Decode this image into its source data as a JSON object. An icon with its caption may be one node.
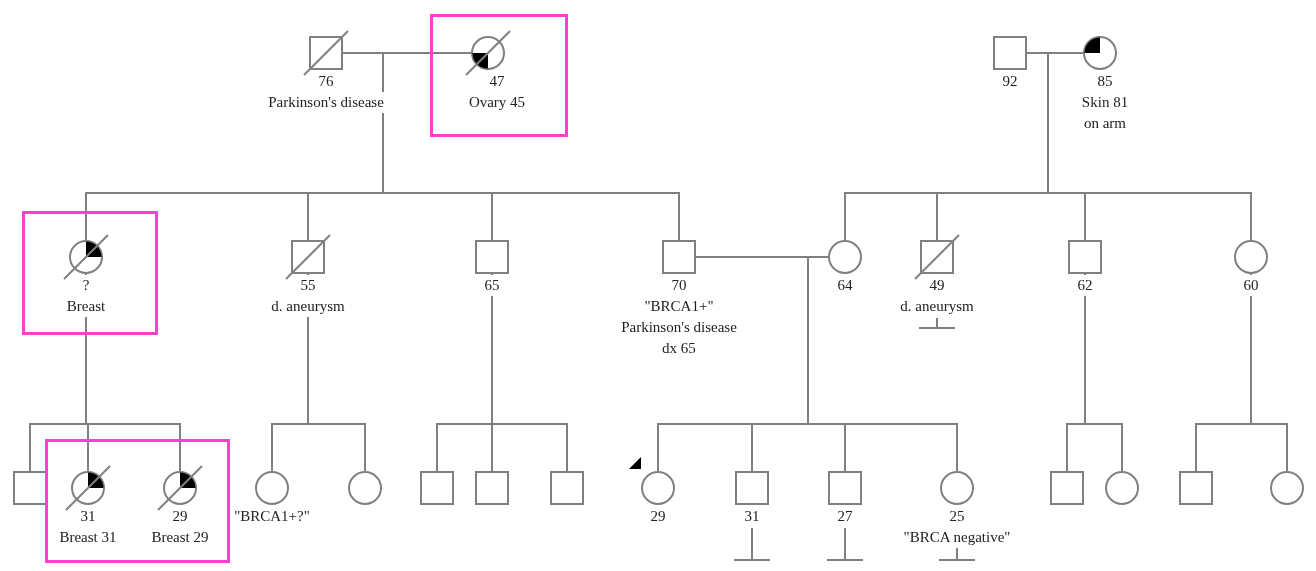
{
  "diagram": {
    "nodes": [
      {
        "text": [],
        "shape": "box",
        "beside": [
          "76",
          "Parkinson's disease"
        ]
      },
      {
        "text": [],
        "shape": "box"
      },
      {
        "text": [],
        "shape": "circle",
        "in": 1,
        "beside": [
          "47",
          "Ovary 45"
        ]
      },
      {
        "text": [],
        "shape": "box",
        "beside": [
          "92"
        ]
      },
      {
        "text": [],
        "shape": "circle",
        "beside": [
          "85",
          "Skin 81",
          "on arm"
        ]
      },
      {
        "text": [],
        "shape": "box"
      },
      {
        "text": [],
        "shape": "circle",
        "in": 5,
        "beside": [
          "?",
          "Breast"
        ]
      },
      {
        "text": [],
        "shape": "box",
        "beside": [
          "55",
          "d. aneurysm"
        ]
      },
      {
        "text": [],
        "shape": "box",
        "beside": [
          "65"
        ]
      },
      {
        "text": [],
        "shape": "box",
        "beside": [
          "70",
          "\"BRCA1+\"",
          "Parkinson's disease",
          "dx 65"
        ]
      },
      {
        "text": [],
        "shape": "circle",
        "beside": [
          "64"
        ]
      },
      {
        "text": [],
        "shape": "box",
        "beside": [
          "49",
          "d. aneurysm"
        ]
      },
      {
        "text": [],
        "shape": "box",
        "beside": [
          "62"
        ]
      },
      {
        "text": [],
        "shape": "circle",
        "beside": [
          "60"
        ]
      },
      {
        "text": [],
        "shape": "box"
      },
      {
        "text": [],
        "shape": "box"
      },
      {
        "text": [],
        "shape": "circle",
        "in": 15,
        "beside": [
          "31",
          "Breast 31"
        ]
      },
      {
        "text": [],
        "shape": "circle",
        "in": 15,
        "beside": [
          "29",
          "Breast 29"
        ]
      },
      {
        "text": [],
        "shape": "circle",
        "beside": [
          "\"BRCA1+?\""
        ]
      },
      {
        "text": [],
        "shape": "circle"
      },
      {
        "text": [],
        "shape": "box"
      },
      {
        "text": [],
        "shape": "box"
      },
      {
        "text": [],
        "shape": "box"
      },
      {
        "text": [],
        "shape": "circle",
        "beside": [
          "29"
        ]
      },
      {
        "text": [],
        "shape": "box",
        "beside": [
          "31"
        ]
      },
      {
        "text": [],
        "shape": "box",
        "beside": [
          "27"
        ]
      },
      {
        "text": [],
        "shape": "circle",
        "beside": [
          "25",
          "\"BRCA negative\""
        ]
      },
      {
        "text": [],
        "shape": "box"
      },
      {
        "text": [],
        "shape": "circle"
      },
      {
        "text": [],
        "shape": "box"
      },
      {
        "text": [],
        "shape": "circle"
      }
    ],
    "edges": [
      {
        "from": 0,
        "to": 2,
        "arrow": "none"
      },
      {
        "from": 3,
        "to": 4,
        "arrow": "none"
      },
      {
        "from": 0,
        "to": 6,
        "arrow": "none"
      },
      {
        "from": 0,
        "to": 7,
        "arrow": "none"
      },
      {
        "from": 0,
        "to": 8,
        "arrow": "none"
      },
      {
        "from": 0,
        "to": 9,
        "arrow": "none"
      },
      {
        "from": 2,
        "to": 6,
        "arrow": "none"
      },
      {
        "from": 2,
        "to": 7,
        "arrow": "none"
      },
      {
        "from": 2,
        "to": 8,
        "arrow": "none"
      },
      {
        "from": 2,
        "to": 9,
        "arrow": "none"
      },
      {
        "from": 3,
        "to": 10,
        "arrow": "none"
      },
      {
        "from": 3,
        "to": 11,
        "arrow": "none"
      },
      {
        "from": 3,
        "to": 12,
        "arrow": "none"
      },
      {
        "from": 3,
        "to": 13,
        "arrow": "none"
      },
      {
        "from": 4,
        "to": 10,
        "arrow": "none"
      },
      {
        "from": 4,
        "to": 11,
        "arrow": "none"
      },
      {
        "from": 4,
        "to": 12,
        "arrow": "none"
      },
      {
        "from": 4,
        "to": 13,
        "arrow": "none"
      },
      {
        "from": 9,
        "to": 10,
        "arrow": "none"
      },
      {
        "from": 9,
        "to": 23,
        "arrow": "none"
      },
      {
        "from": 9,
        "to": 24,
        "arrow": "none"
      },
      {
        "from": 9,
        "to": 25,
        "arrow": "none"
      },
      {
        "from": 9,
        "to": 26,
        "arrow": "none"
      },
      {
        "from": 10,
        "to": 23,
        "arrow": "none"
      },
      {
        "from": 10,
        "to": 24,
        "arrow": "none"
      },
      {
        "from": 10,
        "to": 25,
        "arrow": "none"
      },
      {
        "from": 10,
        "to": 26,
        "arrow": "none"
      },
      {
        "from": 6,
        "to": 14,
        "arrow": "none"
      },
      {
        "from": 6,
        "to": 16,
        "arrow": "none"
      },
      {
        "from": 6,
        "to": 17,
        "arrow": "none"
      },
      {
        "from": 7,
        "to": 18,
        "arrow": "none"
      },
      {
        "from": 7,
        "to": 19,
        "arrow": "none"
      },
      {
        "from": 8,
        "to": 20,
        "arrow": "none"
      },
      {
        "from": 8,
        "to": 21,
        "arrow": "none"
      },
      {
        "from": 8,
        "to": 22,
        "arrow": "none"
      },
      {
        "from": 12,
        "to": 27,
        "arrow": "none"
      },
      {
        "from": 12,
        "to": 28,
        "arrow": "none"
      },
      {
        "from": 13,
        "to": 29,
        "arrow": "none"
      },
      {
        "from": 13,
        "to": 30,
        "arrow": "none"
      }
    ]
  }
}
